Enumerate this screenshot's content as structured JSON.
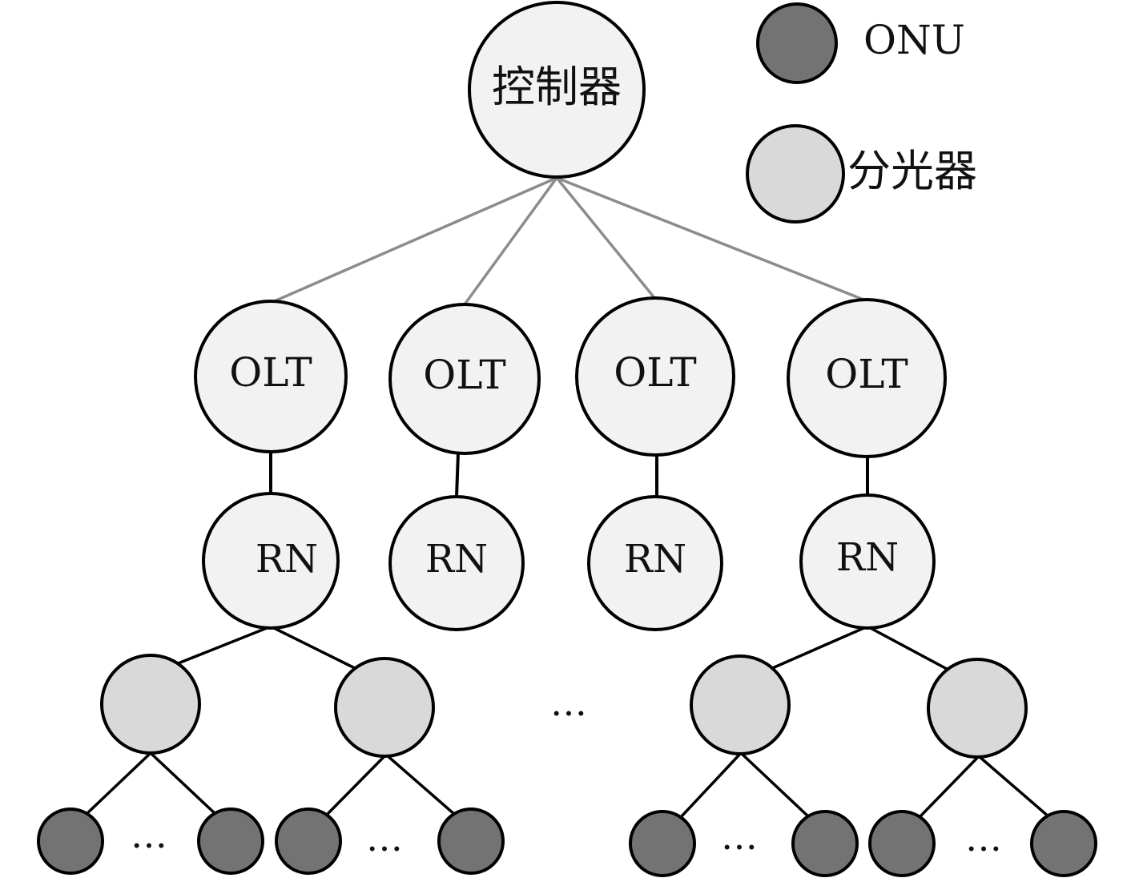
{
  "colors": {
    "controller_fill": "#f2f2f2",
    "olt_fill": "#f2f2f2",
    "rn_fill": "#f2f2f2",
    "splitter_fill": "#d9d9d9",
    "onu_fill": "#737373",
    "node_stroke": "#000000",
    "controller_link": "#8c8c8c",
    "tree_link": "#000000"
  },
  "controller": {
    "label": "控制器"
  },
  "legend": {
    "onu": {
      "label": "ONU",
      "icon": "onu-circle"
    },
    "splitter": {
      "label": "分光器",
      "icon": "splitter-circle"
    }
  },
  "branches": [
    {
      "olt": {
        "label": "OLT"
      },
      "rn": {
        "label": "RN"
      }
    },
    {
      "olt": {
        "label": "OLT"
      },
      "rn": {
        "label": "RN"
      }
    },
    {
      "olt": {
        "label": "OLT"
      },
      "rn": {
        "label": "RN"
      }
    },
    {
      "olt": {
        "label": "OLT"
      },
      "rn": {
        "label": "RN"
      }
    }
  ],
  "ellipsis": "…"
}
